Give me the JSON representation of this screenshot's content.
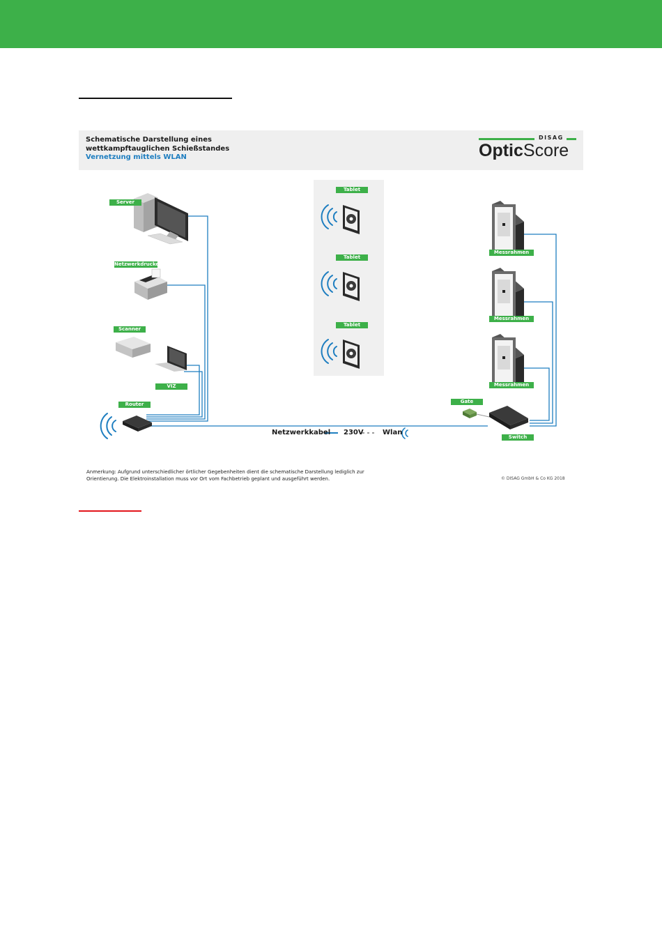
{
  "header": {
    "title_line1": "Schematische Darstellung eines",
    "title_line2": "wettkampftauglichen Schießstandes",
    "subtitle": "Vernetzung mittels WLAN",
    "logo_small": "DISAG",
    "logo_part1": "Optic",
    "logo_part2": "Score"
  },
  "devices": {
    "server": "Server",
    "printer": "Netzwerkdrucker",
    "scanner": "Scanner",
    "viz": "VIZ",
    "router": "Router",
    "tablets": [
      "Tablet",
      "Tablet",
      "Tablet"
    ],
    "targets": [
      "Messrahmen",
      "Messrahmen",
      "Messrahmen"
    ],
    "gate": "Gate",
    "switch": "Switch"
  },
  "legend": {
    "network_cable": "Netzwerkkabel",
    "power": "230V",
    "wlan": "Wlan"
  },
  "footer": {
    "note_line1": "Anmerkung: Aufgrund unterschiedlicher örtlicher Gegebenheiten dient die schematische Darstellung lediglich zur",
    "note_line2": "Orientierung. Die Elektroinstallation muss vor Ort vom Fachbetrieb geplant und ausgeführt werden.",
    "copyright": "© DISAG GmbH & Co KG 2018"
  },
  "colors": {
    "accent_green": "#3db049",
    "cable_blue": "#1e7ec0",
    "wifi_blue": "#1e7ec0"
  }
}
